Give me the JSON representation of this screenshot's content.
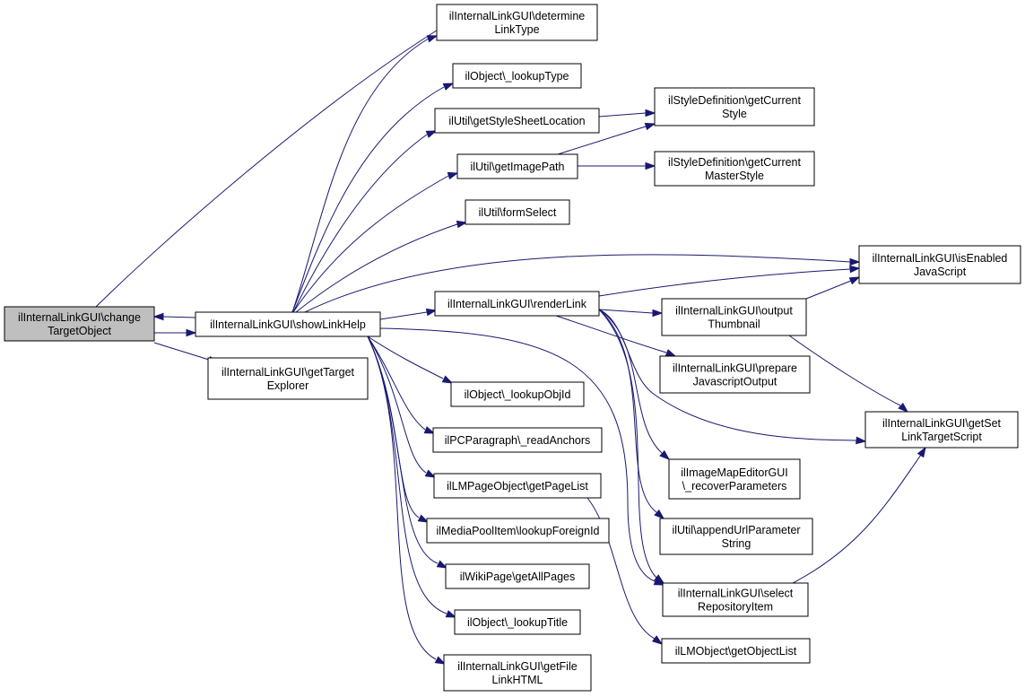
{
  "diagram": {
    "type": "call-graph",
    "nodes": [
      {
        "id": "changeTarget",
        "lines": [
          "ilInternalLinkGUI\\change",
          "TargetObject"
        ],
        "highlight": true
      },
      {
        "id": "showLinkHelp",
        "lines": [
          "ilInternalLinkGUI\\showLinkHelp"
        ]
      },
      {
        "id": "getTargetExplorer",
        "lines": [
          "ilInternalLinkGUI\\getTarget",
          "Explorer"
        ]
      },
      {
        "id": "determineLinkType",
        "lines": [
          "ilInternalLinkGUI\\determine",
          "LinkType"
        ]
      },
      {
        "id": "lookupType",
        "lines": [
          "ilObject\\_lookupType"
        ]
      },
      {
        "id": "getStyleSheetLocation",
        "lines": [
          "ilUtil\\getStyleSheetLocation"
        ]
      },
      {
        "id": "getImagePath",
        "lines": [
          "ilUtil\\getImagePath"
        ]
      },
      {
        "id": "formSelect",
        "lines": [
          "ilUtil\\formSelect"
        ]
      },
      {
        "id": "renderLink",
        "lines": [
          "ilInternalLinkGUI\\renderLink"
        ]
      },
      {
        "id": "lookupObjId",
        "lines": [
          "ilObject\\_lookupObjId"
        ]
      },
      {
        "id": "readAnchors",
        "lines": [
          "ilPCParagraph\\_readAnchors"
        ]
      },
      {
        "id": "getPageList",
        "lines": [
          "ilLMPageObject\\getPageList"
        ]
      },
      {
        "id": "lookupForeignId",
        "lines": [
          "ilMediaPoolItem\\lookupForeignId"
        ]
      },
      {
        "id": "getAllPages",
        "lines": [
          "ilWikiPage\\getAllPages"
        ]
      },
      {
        "id": "lookupTitle",
        "lines": [
          "ilObject\\_lookupTitle"
        ]
      },
      {
        "id": "getFileLinkHTML",
        "lines": [
          "ilInternalLinkGUI\\getFile",
          "LinkHTML"
        ]
      },
      {
        "id": "getCurrentStyle",
        "lines": [
          "ilStyleDefinition\\getCurrent",
          "Style"
        ]
      },
      {
        "id": "getCurrentMasterStyle",
        "lines": [
          "ilStyleDefinition\\getCurrent",
          "MasterStyle"
        ]
      },
      {
        "id": "outputThumbnail",
        "lines": [
          "ilInternalLinkGUI\\output",
          "Thumbnail"
        ]
      },
      {
        "id": "prepareJavascriptOutput",
        "lines": [
          "ilInternalLinkGUI\\prepare",
          "JavascriptOutput"
        ]
      },
      {
        "id": "recoverParameters",
        "lines": [
          "ilImageMapEditorGUI",
          "\\_recoverParameters"
        ]
      },
      {
        "id": "appendUrlParameterString",
        "lines": [
          "ilUtil\\appendUrlParameter",
          "String"
        ]
      },
      {
        "id": "selectRepositoryItem",
        "lines": [
          "ilInternalLinkGUI\\select",
          "RepositoryItem"
        ]
      },
      {
        "id": "getObjectList",
        "lines": [
          "ilLMObject\\getObjectList"
        ]
      },
      {
        "id": "isEnabledJavaScript",
        "lines": [
          "ilInternalLinkGUI\\isEnabled",
          "JavaScript"
        ]
      },
      {
        "id": "getSetLinkTargetScript",
        "lines": [
          "ilInternalLinkGUI\\getSet",
          "LinkTargetScript"
        ]
      }
    ],
    "edges": [
      {
        "from": "changeTarget",
        "to": "determineLinkType"
      },
      {
        "from": "changeTarget",
        "to": "showLinkHelp"
      },
      {
        "from": "changeTarget",
        "to": "getTargetExplorer"
      },
      {
        "from": "showLinkHelp",
        "to": "changeTarget"
      },
      {
        "from": "showLinkHelp",
        "to": "determineLinkType"
      },
      {
        "from": "showLinkHelp",
        "to": "lookupType"
      },
      {
        "from": "showLinkHelp",
        "to": "getStyleSheetLocation"
      },
      {
        "from": "showLinkHelp",
        "to": "getImagePath"
      },
      {
        "from": "showLinkHelp",
        "to": "formSelect"
      },
      {
        "from": "showLinkHelp",
        "to": "isEnabledJavaScript"
      },
      {
        "from": "showLinkHelp",
        "to": "renderLink"
      },
      {
        "from": "showLinkHelp",
        "to": "lookupObjId"
      },
      {
        "from": "showLinkHelp",
        "to": "readAnchors"
      },
      {
        "from": "showLinkHelp",
        "to": "getPageList"
      },
      {
        "from": "showLinkHelp",
        "to": "lookupForeignId"
      },
      {
        "from": "showLinkHelp",
        "to": "getAllPages"
      },
      {
        "from": "showLinkHelp",
        "to": "lookupTitle"
      },
      {
        "from": "showLinkHelp",
        "to": "getFileLinkHTML"
      },
      {
        "from": "showLinkHelp",
        "to": "selectRepositoryItem"
      },
      {
        "from": "getStyleSheetLocation",
        "to": "getCurrentStyle"
      },
      {
        "from": "getImagePath",
        "to": "getCurrentStyle"
      },
      {
        "from": "getImagePath",
        "to": "getCurrentMasterStyle"
      },
      {
        "from": "renderLink",
        "to": "isEnabledJavaScript"
      },
      {
        "from": "renderLink",
        "to": "outputThumbnail"
      },
      {
        "from": "renderLink",
        "to": "prepareJavascriptOutput"
      },
      {
        "from": "renderLink",
        "to": "getSetLinkTargetScript"
      },
      {
        "from": "renderLink",
        "to": "recoverParameters"
      },
      {
        "from": "renderLink",
        "to": "appendUrlParameterString"
      },
      {
        "from": "renderLink",
        "to": "selectRepositoryItem"
      },
      {
        "from": "outputThumbnail",
        "to": "isEnabledJavaScript"
      },
      {
        "from": "outputThumbnail",
        "to": "getSetLinkTargetScript"
      },
      {
        "from": "selectRepositoryItem",
        "to": "getSetLinkTargetScript"
      },
      {
        "from": "getPageList",
        "to": "getObjectList"
      }
    ]
  }
}
